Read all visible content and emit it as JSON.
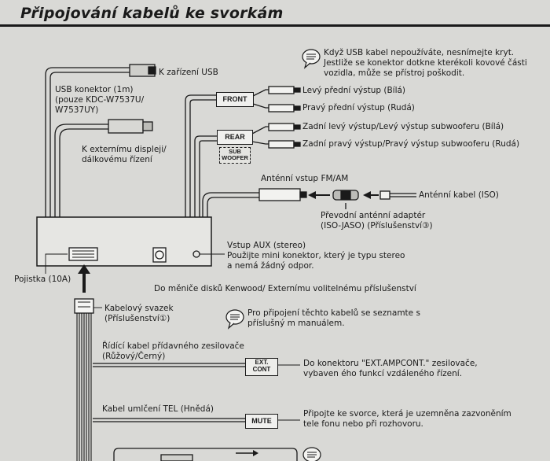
{
  "title": "Připojování kabelů ke svorkám",
  "labels": {
    "usb_device": "K zařízení USB",
    "usb_connector": "USB konektor (1m)\n(pouze KDC-W7537U/\nW7537UY)",
    "ext_display": "K externímu displeji/\ndálkovému řízení",
    "usb_note": "Když USB kabel nepoužíváte, nesnímejte kryt.\nJestliže se konektor dotkne kterékoli kovové části\nvozidla, může se přístroj poškodit.",
    "front_box": "FRONT",
    "front_left": "Levý přední výstup (Bílá)",
    "front_right": "Pravý přední výstup (Rudá)",
    "rear_box": "REAR",
    "sub_woofer": "SUB\nWOOFER",
    "rear_left": "Zadní levý výstup/Levý výstup subwooferu (Bílá)",
    "rear_right": "Zadní pravý výstup/Pravý výstup subwooferu (Rudá)",
    "antenna_input": "Anténní vstup FM/AM",
    "antenna_cable": "Anténní kabel (ISO)",
    "antenna_adapter": "Převodní anténní adaptér\n(ISO-JASO) (Příslušenství③)",
    "aux_input": "Vstup AUX (stereo)\nPoužijte mini konektor, který je typu stereo\na nemá žádný odpor.",
    "fuse": "Pojistka (10A)",
    "changer": "Do měniče disků Kenwood/ Externímu volitelnému příslušenství",
    "harness": "Kabelový svazek\n(Příslušenství①)",
    "manual_note": "Pro připojení těchto kabelů se seznamte s\npříslušný m manuálem.",
    "amp_cable": "Řídící kabel přídavného zesilovače\n(Růžový/Černý)",
    "ext_cont_box": "EXT.\nCONT",
    "amp_note": "Do konektoru \"EXT.AMPCONT.\" zesilovače,\nvybaven ého funkcí vzdáleného řízení.",
    "mute_cable": "Kabel umlčení TEL (Hnědá)",
    "mute_box": "MUTE",
    "mute_note": "Připojte ke svorce, která je uzemněna zazvoněním\ntele fonu nebo při rozhovoru."
  }
}
